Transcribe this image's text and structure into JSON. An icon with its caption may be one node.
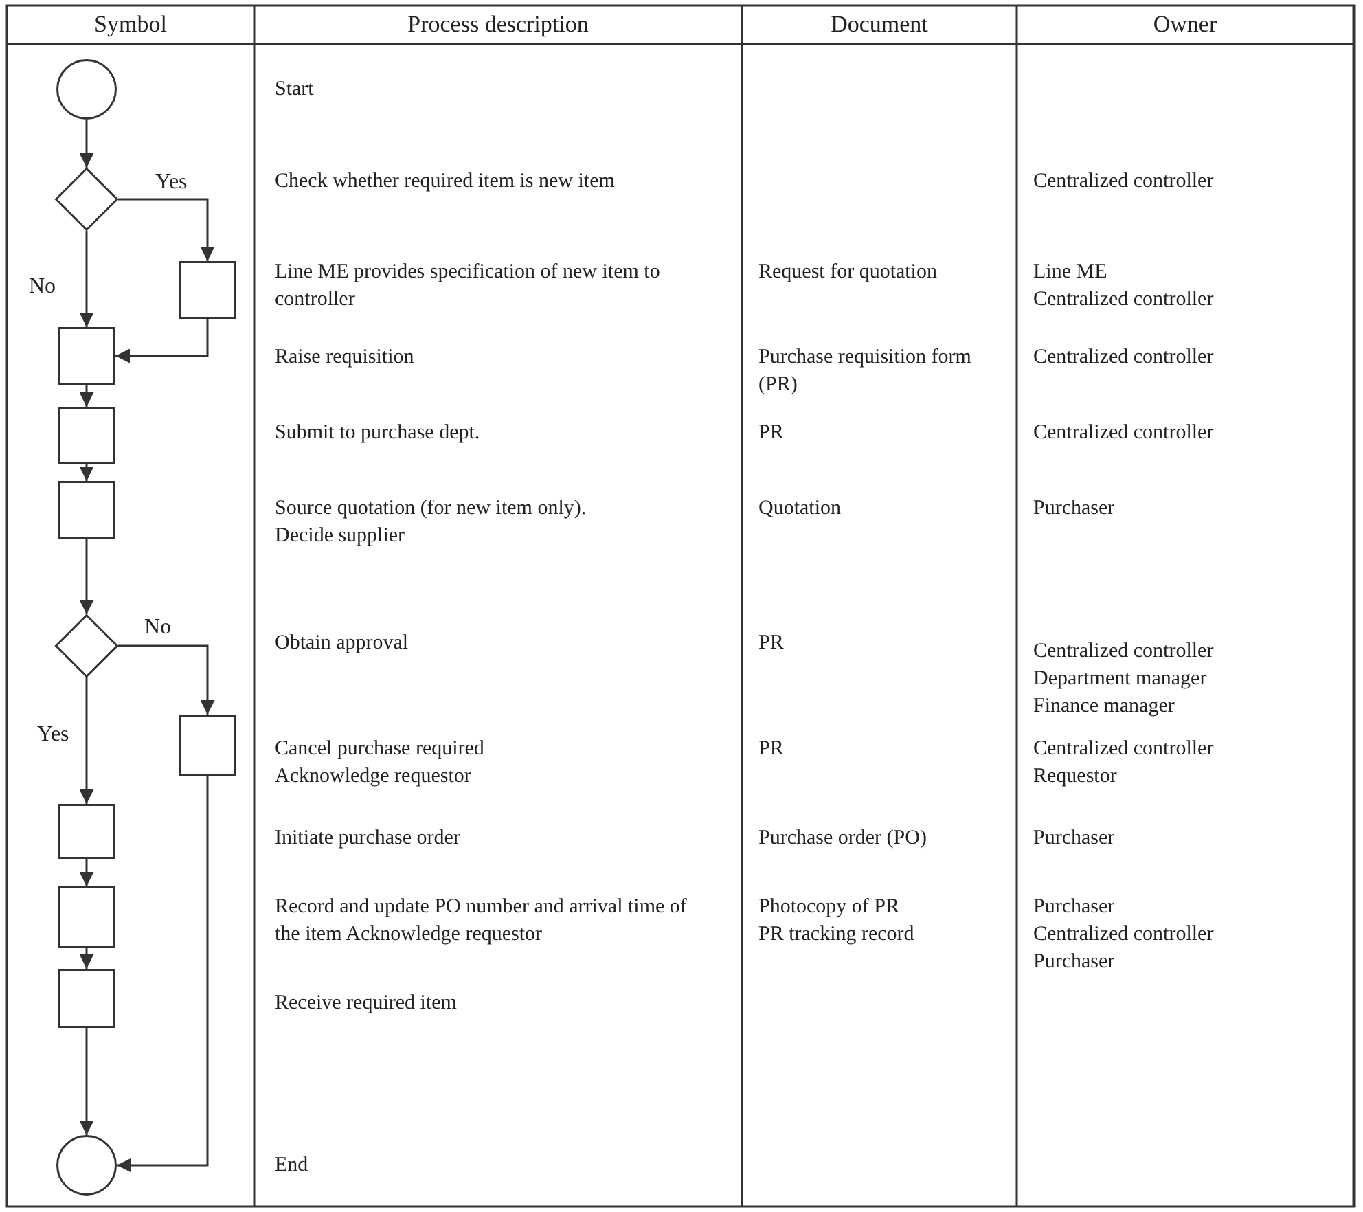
{
  "diagram": {
    "nodes": [
      {
        "text": [],
        "shape": "circle"
      },
      {
        "text": [],
        "shape": "diamond"
      },
      {
        "text": [],
        "shape": "box"
      },
      {
        "text": [],
        "shape": "box"
      },
      {
        "text": [],
        "shape": "box"
      },
      {
        "text": [],
        "shape": "box"
      },
      {
        "text": [],
        "shape": "diamond"
      },
      {
        "text": [],
        "shape": "box"
      },
      {
        "text": [],
        "shape": "box"
      },
      {
        "text": [],
        "shape": "box"
      },
      {
        "text": [],
        "shape": "box"
      },
      {
        "text": [],
        "shape": "circle"
      }
    ],
    "edges": [
      {
        "from": 0,
        "to": 1,
        "arrow": "to"
      },
      {
        "from": 1,
        "to": 2,
        "arrow": "to",
        "label": "Yes"
      },
      {
        "from": 1,
        "to": 3,
        "arrow": "to",
        "label": "No"
      },
      {
        "from": 2,
        "to": 3,
        "arrow": "to"
      },
      {
        "from": 3,
        "to": 4,
        "arrow": "to"
      },
      {
        "from": 4,
        "to": 5,
        "arrow": "to"
      },
      {
        "from": 5,
        "to": 6,
        "arrow": "to"
      },
      {
        "from": 6,
        "to": 7,
        "arrow": "to",
        "label": "No"
      },
      {
        "from": 6,
        "to": 8,
        "arrow": "to",
        "label": "Yes"
      },
      {
        "from": 8,
        "to": 9,
        "arrow": "to"
      },
      {
        "from": 9,
        "to": 10,
        "arrow": "to"
      },
      {
        "from": 10,
        "to": 11,
        "arrow": "to"
      },
      {
        "from": 7,
        "to": 11,
        "arrow": "to"
      }
    ],
    "labels": [
      "Symbol",
      "Process description",
      "Document",
      "Owner",
      "Start",
      "Check whether required item is new item",
      "Centralized controller",
      "Line ME provides specification of new item to controller",
      "Request for quotation",
      "Line ME",
      "Centralized controller",
      "Raise requisition",
      "Purchase requisition form (PR)",
      "Centralized controller",
      "Submit to purchase dept.",
      "PR",
      "Centralized controller",
      "Source quotation (for new item only).",
      "Decide supplier",
      "Quotation",
      "Purchaser",
      "Obtain approval",
      "PR",
      "Centralized controller",
      "Department manager",
      "Finance manager",
      "Cancel purchase required",
      "Acknowledge requestor",
      "PR",
      "Centralized controller",
      "Requestor",
      "Initiate purchase order",
      "Purchase order (PO)",
      "Purchaser",
      "Record and update PO number and arrival time of the item Acknowledge requestor",
      "Photocopy of PR",
      "PR tracking record",
      "Purchaser",
      "Centralized controller",
      "Purchaser",
      "Receive required item",
      "End"
    ]
  }
}
